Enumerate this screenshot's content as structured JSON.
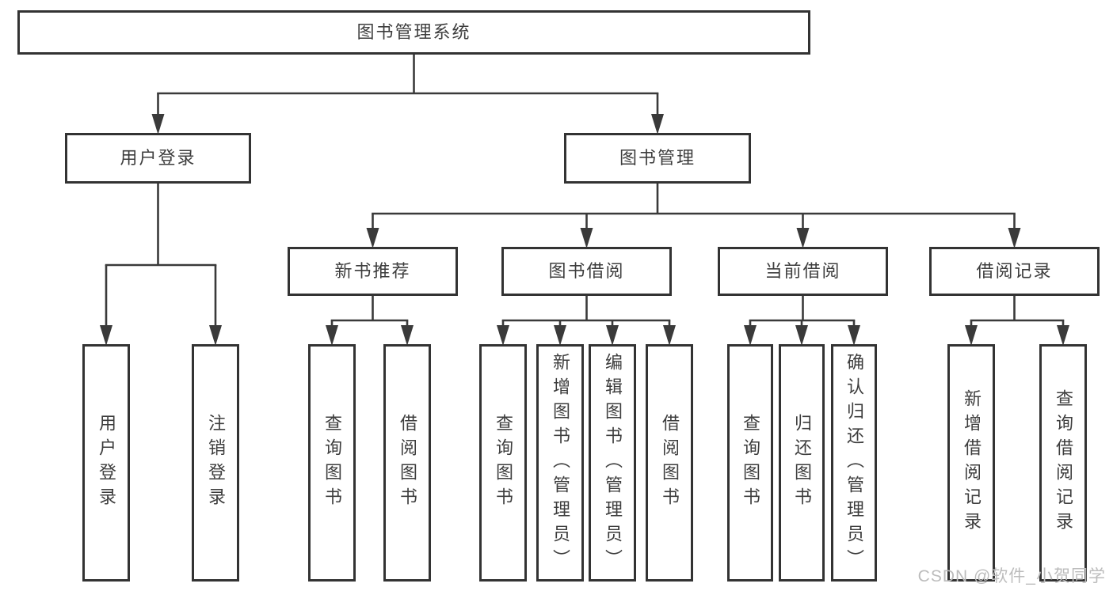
{
  "diagram": {
    "nodes": [
      {
        "id": "root",
        "label": "图书管理系统",
        "level": 1,
        "parent": null,
        "orientation": "horizontal"
      },
      {
        "id": "login",
        "label": "用户登录",
        "level": 2,
        "parent": "root",
        "orientation": "horizontal"
      },
      {
        "id": "mgmt",
        "label": "图书管理",
        "level": 2,
        "parent": "root",
        "orientation": "horizontal"
      },
      {
        "id": "newbook",
        "label": "新书推荐",
        "level": 3,
        "parent": "mgmt",
        "orientation": "horizontal"
      },
      {
        "id": "borrow",
        "label": "图书借阅",
        "level": 3,
        "parent": "mgmt",
        "orientation": "horizontal"
      },
      {
        "id": "current",
        "label": "当前借阅",
        "level": 3,
        "parent": "mgmt",
        "orientation": "horizontal"
      },
      {
        "id": "records",
        "label": "借阅记录",
        "level": 3,
        "parent": "mgmt",
        "orientation": "horizontal"
      },
      {
        "id": "user-login",
        "label": "用户登录",
        "level": 4,
        "parent": "login",
        "orientation": "vertical"
      },
      {
        "id": "logout",
        "label": "注销登录",
        "level": 4,
        "parent": "login",
        "orientation": "vertical"
      },
      {
        "id": "nb-query",
        "label": "查询图书",
        "level": 4,
        "parent": "newbook",
        "orientation": "vertical"
      },
      {
        "id": "nb-borrow",
        "label": "借阅图书",
        "level": 4,
        "parent": "newbook",
        "orientation": "vertical"
      },
      {
        "id": "bw-query",
        "label": "查询图书",
        "level": 4,
        "parent": "borrow",
        "orientation": "vertical"
      },
      {
        "id": "bw-add",
        "label": "新增图书（管理员）",
        "level": 4,
        "parent": "borrow",
        "orientation": "vertical"
      },
      {
        "id": "bw-edit",
        "label": "编辑图书（管理员）",
        "level": 4,
        "parent": "borrow",
        "orientation": "vertical"
      },
      {
        "id": "bw-borrow",
        "label": "借阅图书",
        "level": 4,
        "parent": "borrow",
        "orientation": "vertical"
      },
      {
        "id": "cur-query",
        "label": "查询图书",
        "level": 4,
        "parent": "current",
        "orientation": "vertical"
      },
      {
        "id": "cur-return",
        "label": "归还图书",
        "level": 4,
        "parent": "current",
        "orientation": "vertical"
      },
      {
        "id": "cur-confirm",
        "label": "确认归还（管理员）",
        "level": 4,
        "parent": "current",
        "orientation": "vertical"
      },
      {
        "id": "rec-add",
        "label": "新增借阅记录",
        "level": 4,
        "parent": "records",
        "orientation": "vertical"
      },
      {
        "id": "rec-query",
        "label": "查询借阅记录",
        "level": 4,
        "parent": "records",
        "orientation": "vertical"
      }
    ],
    "colors": {
      "line": "#3a3a3a",
      "box_border": "#333333",
      "box_fill": "#ffffff",
      "text": "#3d3d3d"
    }
  },
  "watermark": {
    "text": "CSDN @软件_小贺同学",
    "color": "#bcbcbc"
  }
}
